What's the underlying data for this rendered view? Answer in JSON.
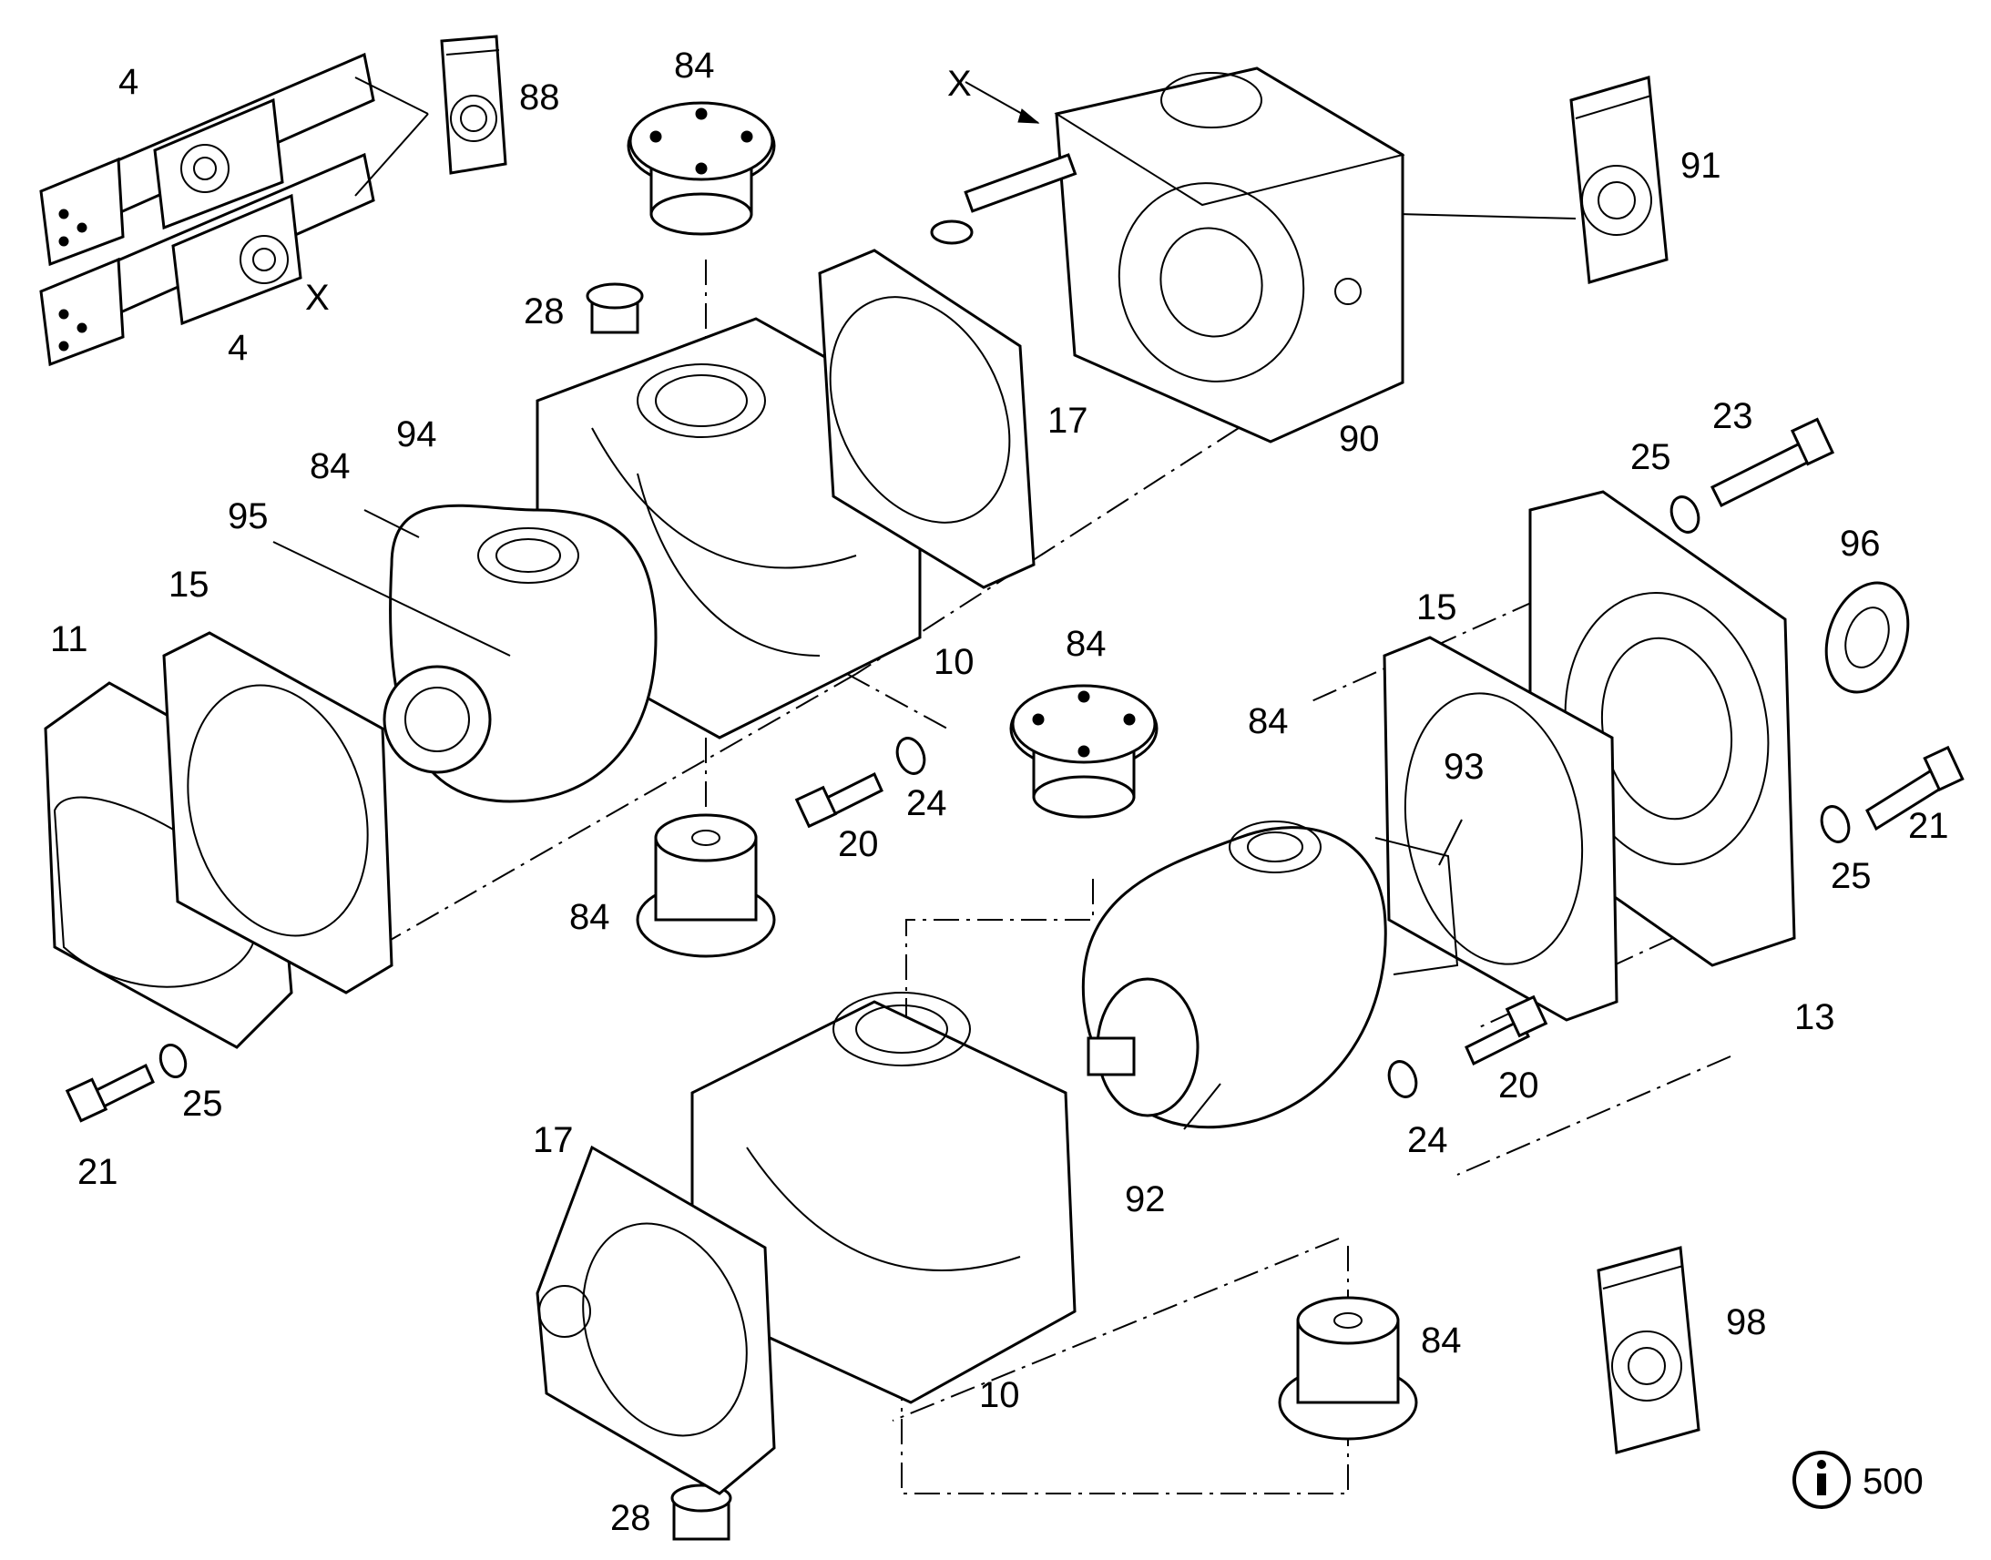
{
  "labels": {
    "p4_top": "4",
    "p4_bottom": "4",
    "x_top": "X",
    "x_valve": "X",
    "p88": "88",
    "p84_top": "84",
    "p28_top": "28",
    "p94": "94",
    "p84_upper_left": "84",
    "p95": "95",
    "p15_left": "15",
    "p11": "11",
    "p17_upper": "17",
    "p90": "90",
    "p91": "91",
    "p23": "23",
    "p25_upper_right": "25",
    "p96": "96",
    "p15_right": "15",
    "p10_upper": "10",
    "p84_mid": "84",
    "p84_right": "84",
    "p93": "93",
    "p24_left": "24",
    "p20_left": "20",
    "p21_right": "21",
    "p25_right": "25",
    "p84_left_bearing": "84",
    "p13": "13",
    "p20_right": "20",
    "p25_left": "25",
    "p21_left": "21",
    "p24_right": "24",
    "p92": "92",
    "p17_lower": "17",
    "p98": "98",
    "p84_bottom": "84",
    "p10_lower": "10",
    "p28_bottom": "28",
    "info_number": "500"
  },
  "icons": {
    "info": "info-circle-icon",
    "seal_kit": "seal-kit-bag-icon"
  },
  "colors": {
    "line": "#000000",
    "background": "#ffffff"
  }
}
